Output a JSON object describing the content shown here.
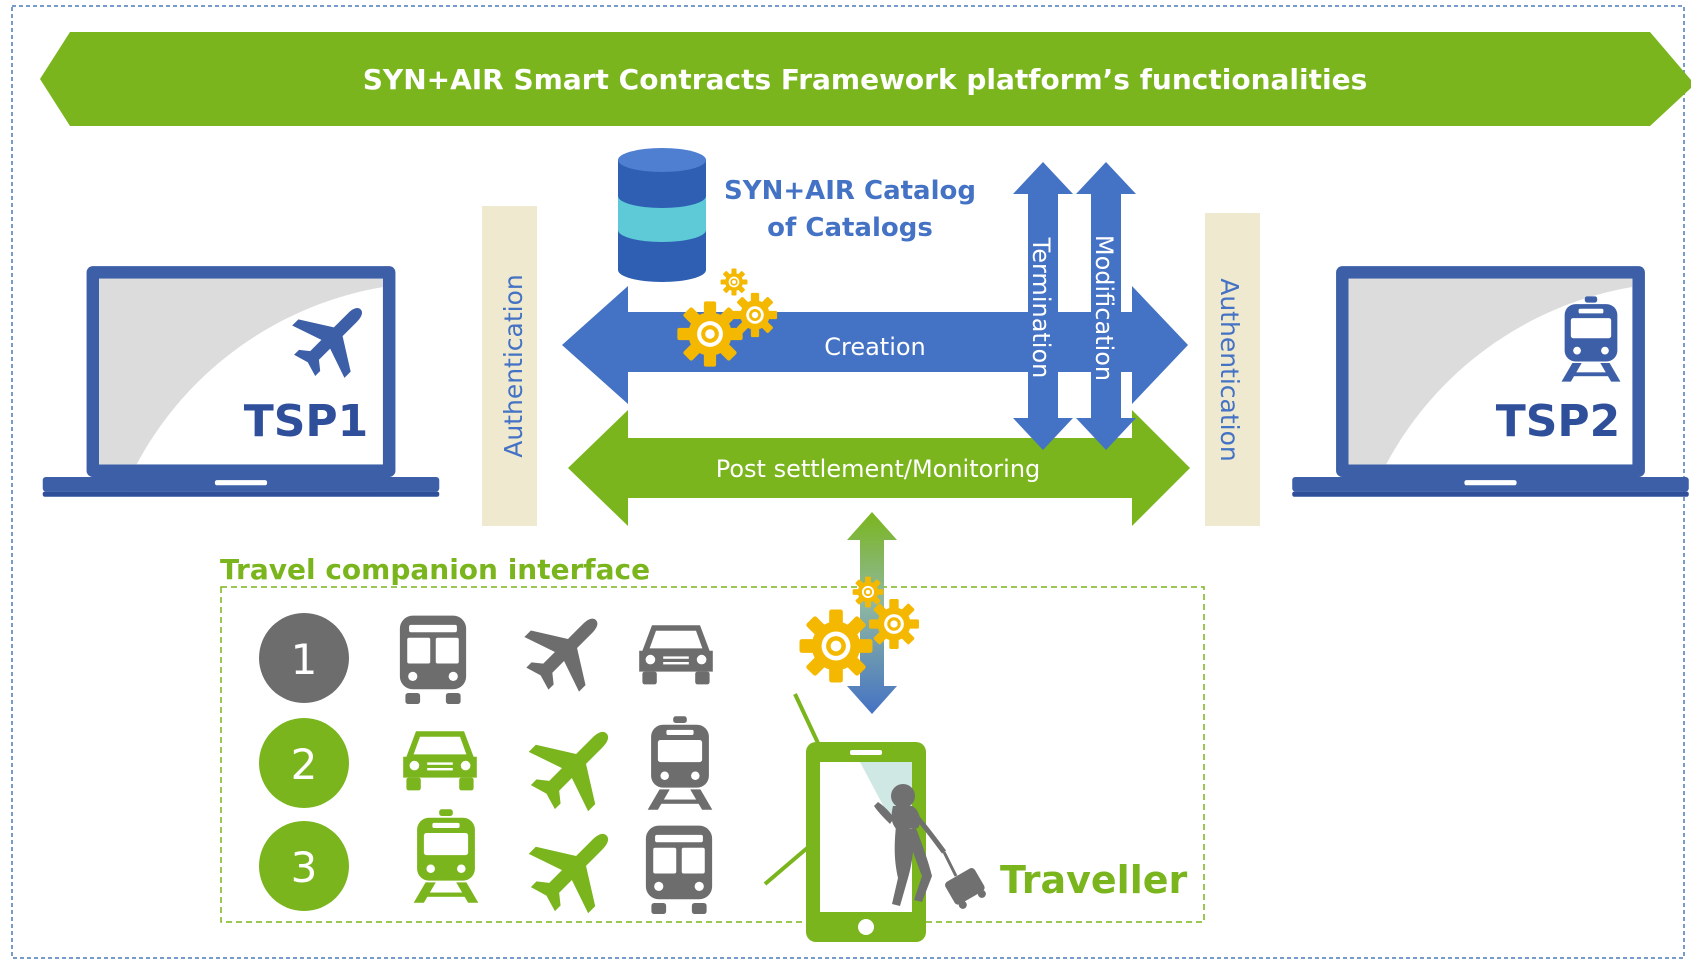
{
  "banner": {
    "title": "SYN+AIR Smart Contracts Framework platform’s functionalities"
  },
  "catalog": {
    "line1": "SYN+AIR Catalog",
    "line2": "of Catalogs"
  },
  "auth": {
    "left": "Authentication",
    "right": "Authentication"
  },
  "arrows": {
    "creation": "Creation",
    "post_settlement": "Post settlement/Monitoring",
    "termination": "Termination",
    "modification": "Modification"
  },
  "tsp1": {
    "label": "TSP1",
    "icon": "airplane-icon"
  },
  "tsp2": {
    "label": "TSP2",
    "icon": "train-icon"
  },
  "companion": {
    "title": "Travel companion interface",
    "rows": [
      {
        "number": "1",
        "icons": [
          "bus-icon",
          "airplane-icon",
          "car-icon"
        ]
      },
      {
        "number": "2",
        "icons": [
          "car-icon",
          "airplane-icon",
          "train-icon"
        ]
      },
      {
        "number": "3",
        "icons": [
          "train-icon",
          "airplane-icon",
          "bus-icon"
        ]
      }
    ]
  },
  "traveller": {
    "label": "Traveller"
  },
  "colors": {
    "green": "#7ab51d",
    "blue": "#4472c4",
    "navy": "#2f4f9b",
    "gray": "#6d6d6d",
    "beige": "#efe9d0",
    "teal": "#5ecad8",
    "gold": "#f5b800",
    "dashed_border": "#4a7ab8"
  }
}
